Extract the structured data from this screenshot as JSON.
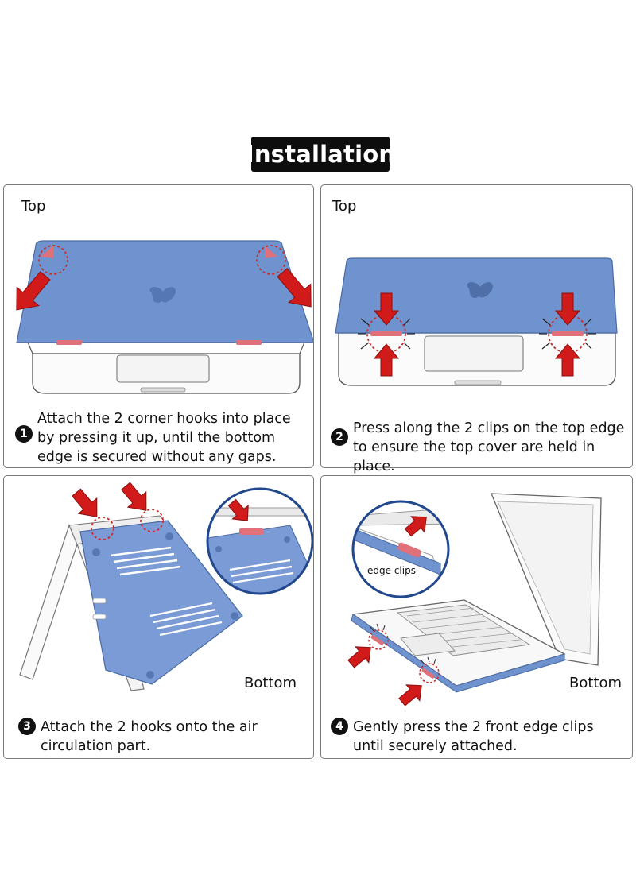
{
  "title": "Installation",
  "colors": {
    "shell": "#6f93cf",
    "shell_dark": "#5578b5",
    "clip": "#e0707a",
    "arrow": "#d11a1a",
    "circle": "#c92a2a"
  },
  "panels": [
    {
      "corner_label": "Top",
      "step_number": "1",
      "text": "Attach the 2 corner hooks into place by pressing it up, until the bottom edge is secured without any gaps.",
      "illustration": "laptop-lid-corner-hooks"
    },
    {
      "corner_label": "Top",
      "step_number": "2",
      "text": "Press along the 2 clips on the top edge to ensure the top cover are held in place.",
      "illustration": "laptop-lid-top-clips"
    },
    {
      "corner_label": "Bottom",
      "step_number": "3",
      "text": "Attach the 2 hooks onto the air circulation part.",
      "illustration": "laptop-bottom-hooks",
      "inset": "bottom-hook-closeup"
    },
    {
      "corner_label": "Bottom",
      "step_number": "4",
      "text": "Gently press the 2 front edge clips until securely attached.",
      "illustration": "laptop-front-edge-clips",
      "inset_label": "edge clips"
    }
  ]
}
